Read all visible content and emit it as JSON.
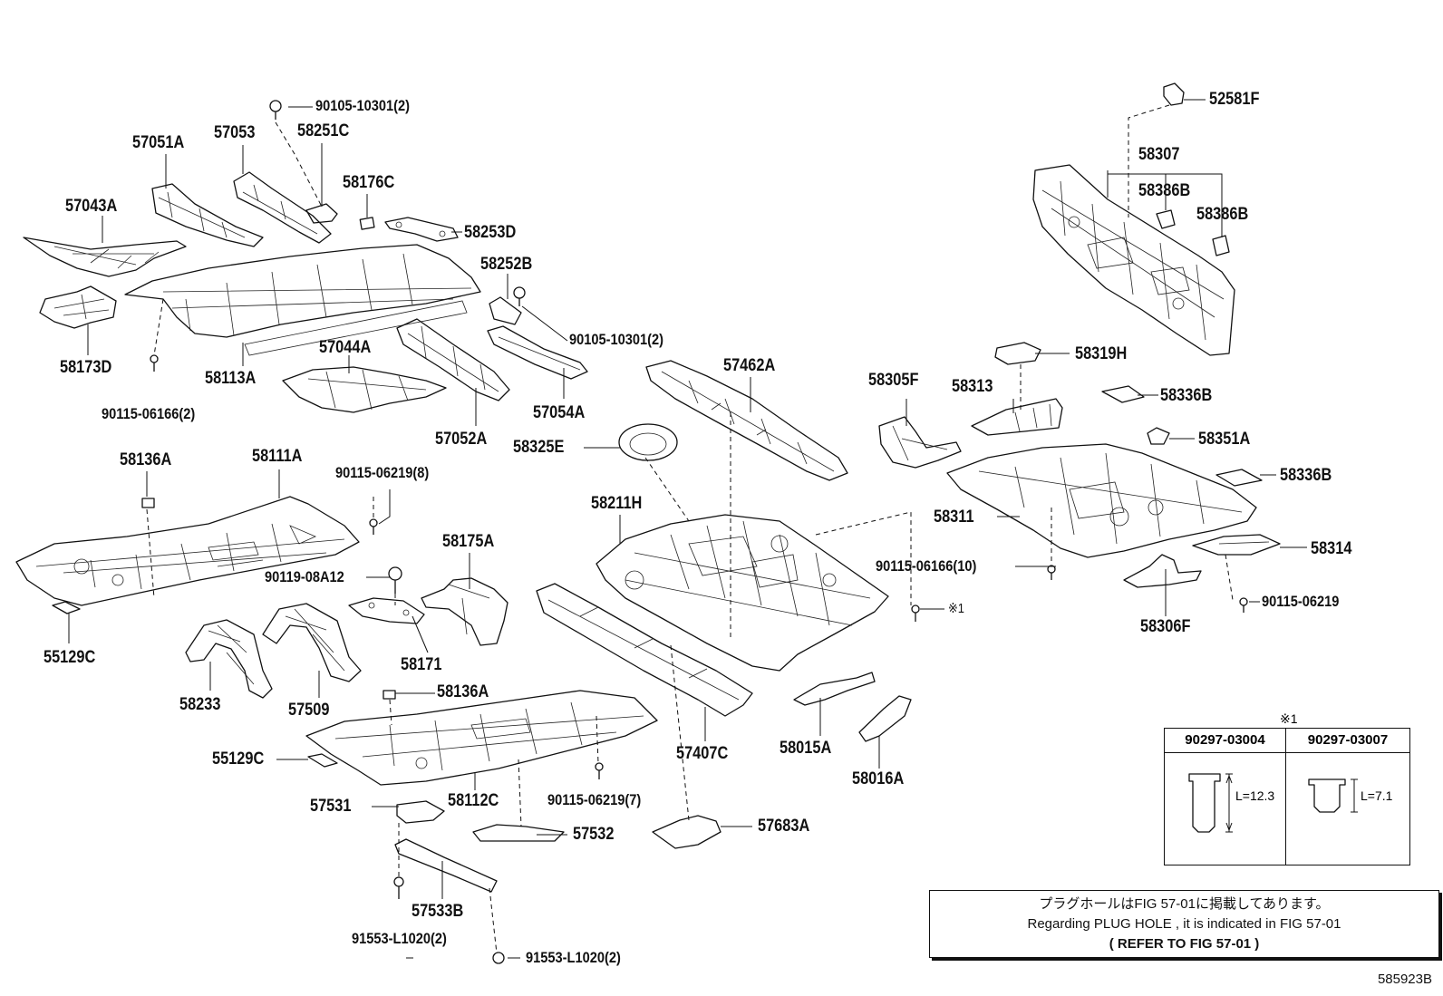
{
  "labels": {
    "l_90105_top": "90105-10301(2)",
    "l_57051A": "57051A",
    "l_57053": "57053",
    "l_58251C": "58251C",
    "l_58176C": "58176C",
    "l_57043A": "57043A",
    "l_58253D": "58253D",
    "l_58252B": "58252B",
    "l_90105_mid": "90105-10301(2)",
    "l_58173D": "58173D",
    "l_58113A": "58113A",
    "l_57044A": "57044A",
    "l_90115_06166_2": "90115-06166(2)",
    "l_57052A": "57052A",
    "l_57054A": "57054A",
    "l_57462A": "57462A",
    "l_58325E": "58325E",
    "l_58136A_top": "58136A",
    "l_58111A": "58111A",
    "l_90115_06219_8": "90115-06219(8)",
    "l_58175A": "58175A",
    "l_58211H": "58211H",
    "l_90119_08A12": "90119-08A12",
    "l_55129C_top": "55129C",
    "l_58171": "58171",
    "l_58233": "58233",
    "l_57509": "57509",
    "l_58136A_bot": "58136A",
    "l_55129C_bot": "55129C",
    "l_58112C": "58112C",
    "l_90115_06219_7": "90115-06219(7)",
    "l_57531": "57531",
    "l_57532": "57532",
    "l_57533B": "57533B",
    "l_91553_a": "91553-L1020(2)",
    "l_91553_b": "91553-L1020(2)",
    "l_57407C": "57407C",
    "l_57683A": "57683A",
    "l_58015A": "58015A",
    "l_58016A": "58016A",
    "l_52581F": "52581F",
    "l_58307": "58307",
    "l_58386B_a": "58386B",
    "l_58386B_b": "58386B",
    "l_58319H": "58319H",
    "l_58305F": "58305F",
    "l_58313": "58313",
    "l_58336B_a": "58336B",
    "l_58351A": "58351A",
    "l_58336B_b": "58336B",
    "l_58311": "58311",
    "l_90115_06166_10": "90115-06166(10)",
    "l_asterisk1": "※1",
    "l_58314": "58314",
    "l_90115_06219": "90115-06219",
    "l_58306F": "58306F"
  },
  "reference": {
    "marker": "※1",
    "col1_part": "90297-03004",
    "col1_length": "L=12.3",
    "col2_part": "90297-03007",
    "col2_length": "L=7.1"
  },
  "note": {
    "line1": "プラグホールはFIG 57-01に掲載してあります。",
    "line2": "Regarding  PLUG HOLE , it is  indicated  in  FIG 57-01",
    "line3": "( REFER TO FIG 57-01    )"
  },
  "diagram_code": "585923B"
}
